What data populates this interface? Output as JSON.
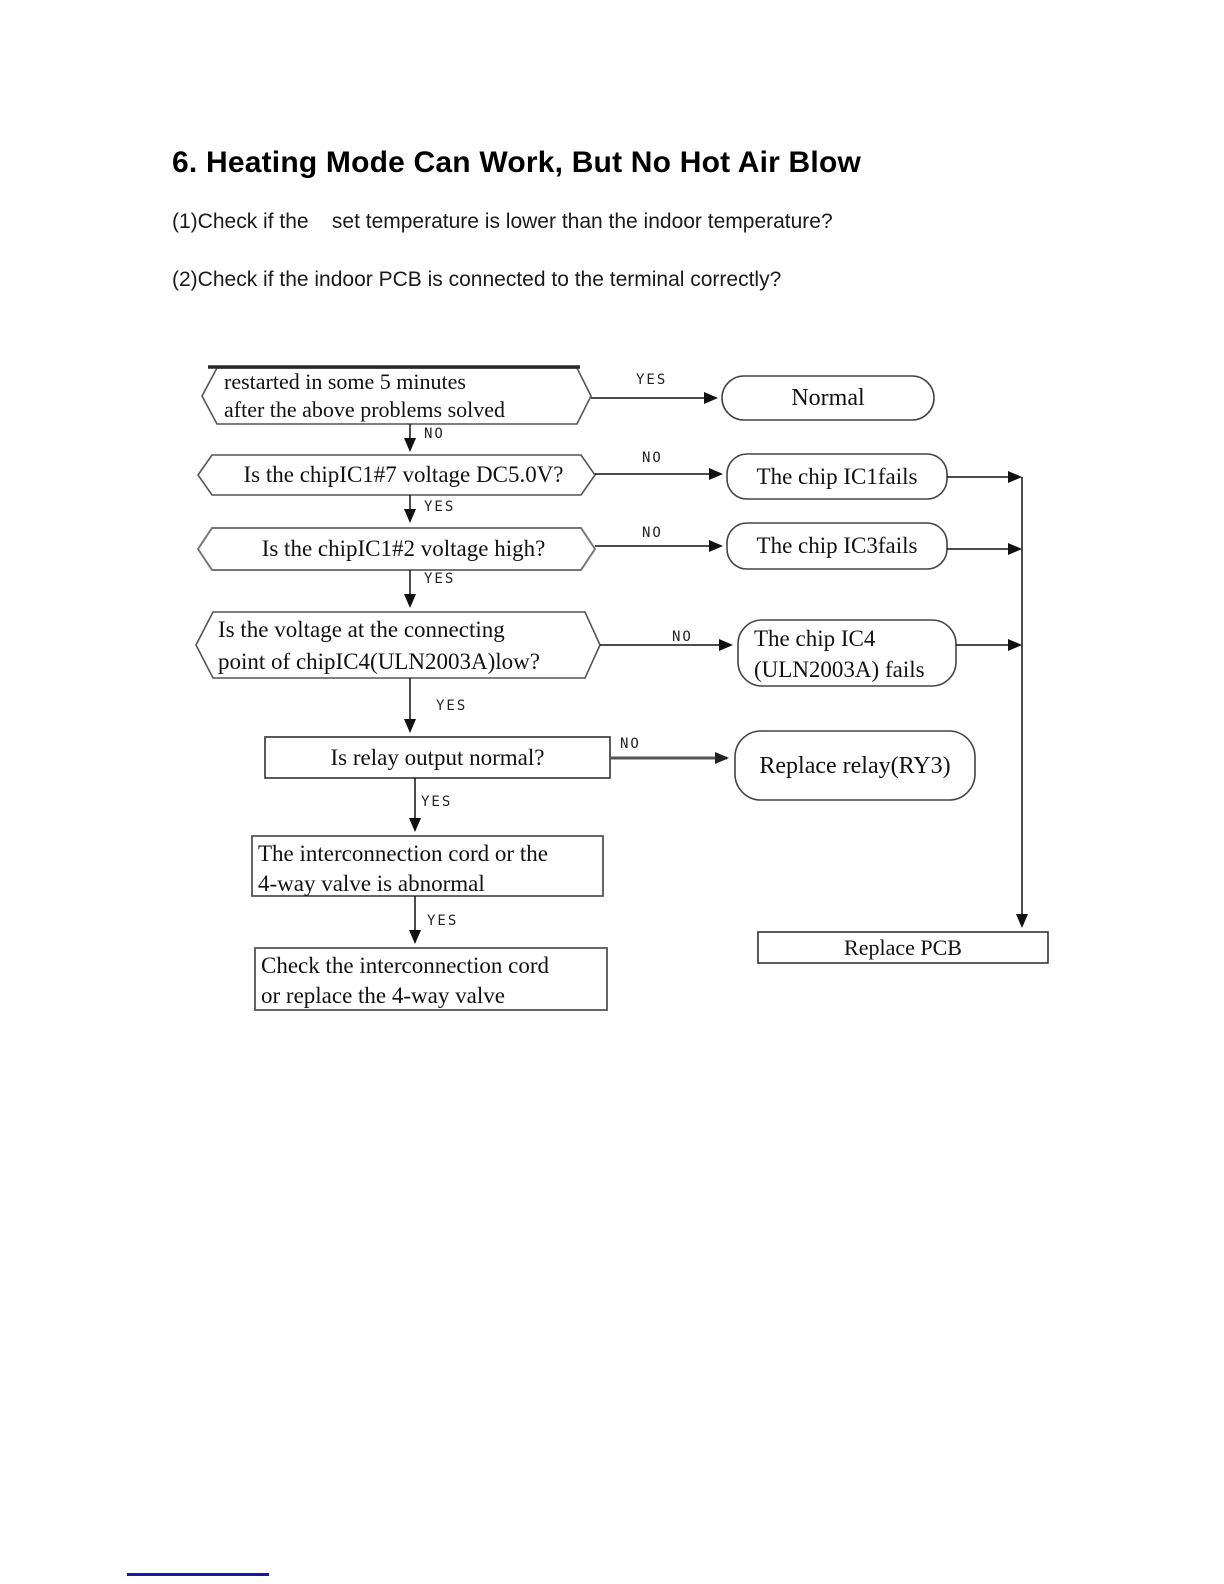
{
  "page": {
    "title": "6. Heating Mode Can Work, But No Hot Air Blow",
    "checks": [
      "(1)Check if the    set temperature is lower than the indoor temperature?",
      "(2)Check if the indoor PCB is connected to the terminal correctly?"
    ]
  },
  "labels": {
    "yes": "YES",
    "no": "NO"
  },
  "flowchart": {
    "nodes": {
      "restart": {
        "line1": "restarted in some 5 minutes",
        "line2": "after the above problems solved"
      },
      "q_ic1_pin7": {
        "text": "Is the chipIC1#7 voltage DC5.0V?"
      },
      "q_ic1_pin2": {
        "text": "Is the chipIC1#2 voltage high?"
      },
      "q_ic4": {
        "line1": "Is the voltage at the connecting",
        "line2": "point of chipIC4(ULN2003A)low?"
      },
      "q_relay": {
        "text": "Is relay output normal?"
      },
      "normal": {
        "text": "Normal"
      },
      "ic1_fails": {
        "text": "The chip IC1fails"
      },
      "ic3_fails": {
        "text": "The chip IC3fails"
      },
      "ic4_fails": {
        "line1": "The chip IC4",
        "line2": "(ULN2003A) fails"
      },
      "replace_relay": {
        "text": "Replace relay(RY3)"
      },
      "cord_abnormal": {
        "line1": "The interconnection cord or the",
        "line2": "4-way valve is abnormal"
      },
      "check_cord": {
        "line1": "Check the interconnection cord",
        "line2": "or replace the 4-way valve"
      },
      "replace_pcb": {
        "text": "Replace PCB"
      }
    }
  }
}
